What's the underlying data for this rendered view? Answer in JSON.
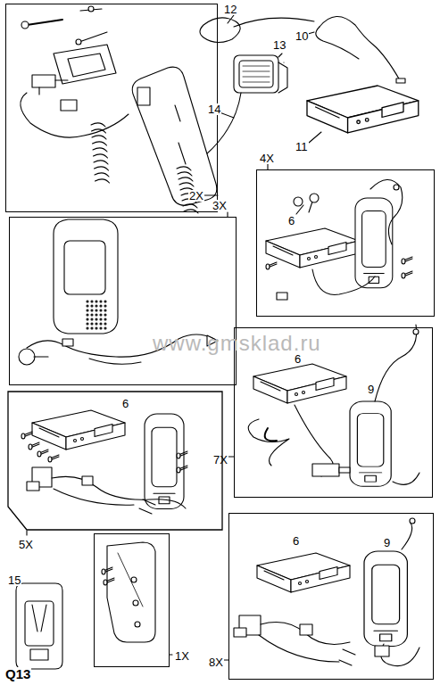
{
  "diagram": {
    "nodes": [
      {
        "text": [
          "2X"
        ]
      },
      {
        "text": [
          "4X",
          "6"
        ]
      },
      {
        "text": [
          "3X"
        ]
      },
      {
        "text": [
          "6",
          "9",
          "7X"
        ]
      },
      {
        "text": [
          "6",
          "5X"
        ]
      },
      {
        "text": [
          "6",
          "9",
          "8X"
        ]
      },
      {
        "text": [
          "1X"
        ]
      }
    ],
    "labels": [
      "12",
      "10",
      "13",
      "14",
      "11",
      "15",
      "Q13",
      "www.gmsklad.ru"
    ]
  }
}
